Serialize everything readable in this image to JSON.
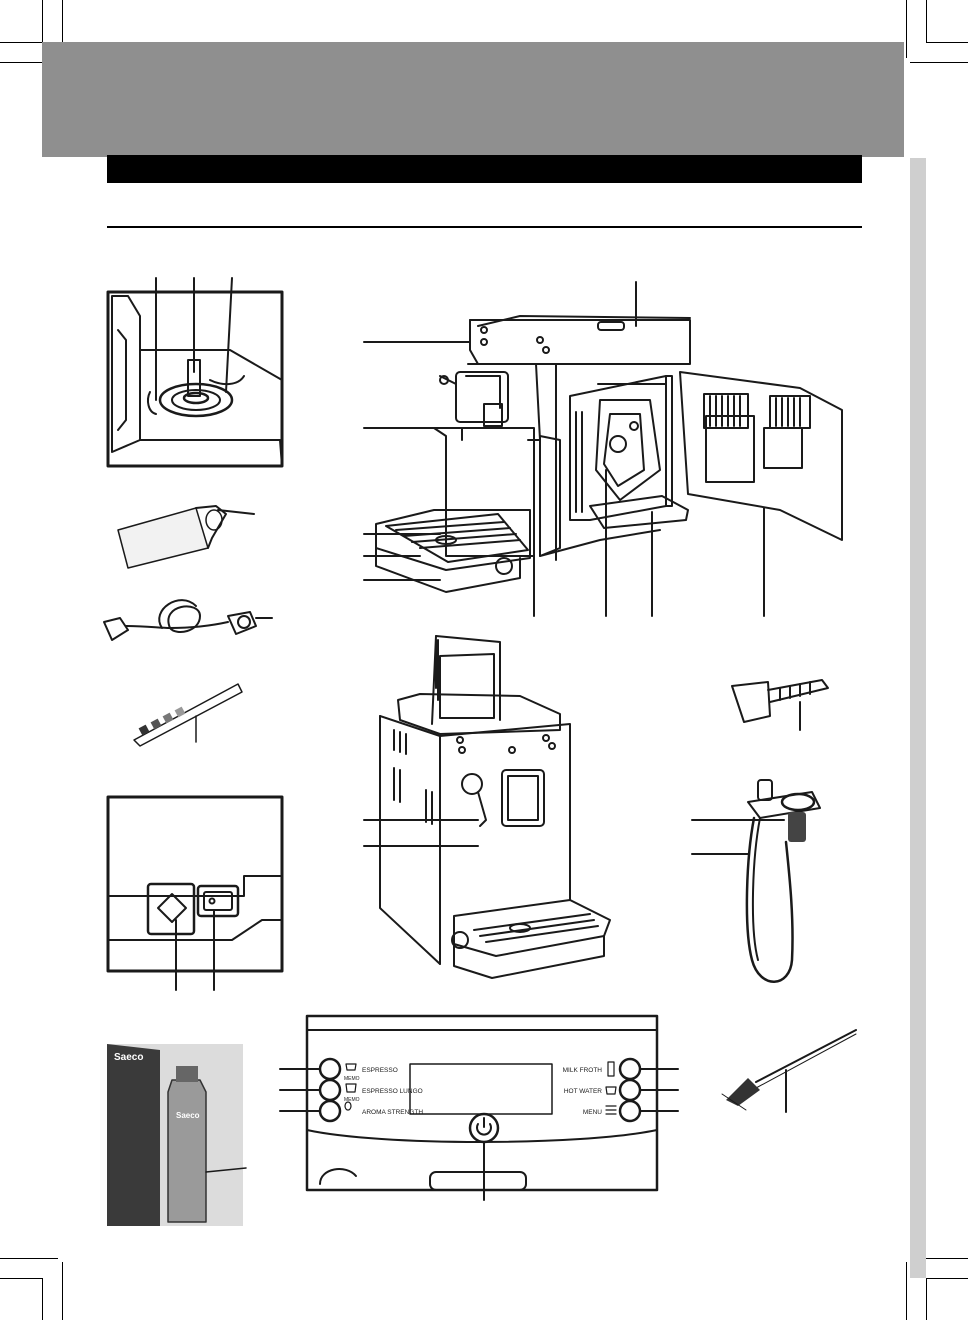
{
  "brand_logo": "Saeco",
  "control_panel": {
    "left_buttons": [
      {
        "label": "ESPRESSO",
        "icon_label": "MEMO",
        "icon": "espresso-cup-icon"
      },
      {
        "label": "ESPRESSO LUNGO",
        "icon_label": "MEMO",
        "icon": "lungo-cup-icon"
      },
      {
        "label": "AROMA STRENGTH",
        "icon": "aroma-bean-icon"
      }
    ],
    "right_buttons": [
      {
        "label": "MILK FROTH",
        "icon": "milk-froth-icon"
      },
      {
        "label": "HOT WATER",
        "icon": "hot-water-cup-icon"
      },
      {
        "label": "MENU",
        "icon": "menu-list-icon"
      }
    ],
    "power_icon": "power-icon"
  },
  "icons": {
    "grease-tube": "grease-tube-icon",
    "power-cord": "power-cord-icon",
    "test-strip": "water-hardness-strip-icon",
    "measuring-scoop": "measuring-scoop-icon",
    "milk-frother": "milk-frother-icon",
    "cleaning-brush": "cleaning-brush-icon",
    "descaler": "descaler-bottle-icon"
  },
  "colors": {
    "header_band": "#8f8f8f",
    "title_bar": "#000000",
    "side_tab": "#cfcfcf",
    "line_art": "#1a1a1a"
  }
}
